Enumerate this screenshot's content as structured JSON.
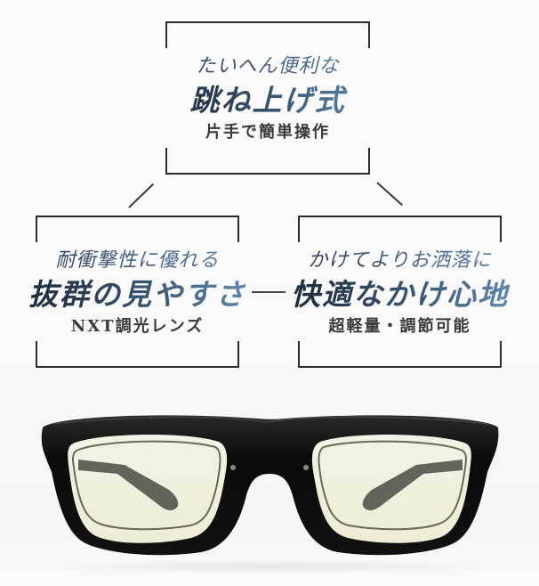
{
  "top_box": {
    "lead": "たいへん便利な",
    "main": "跳ね上げ式",
    "sub": "片手で簡単操作"
  },
  "left_box": {
    "lead": "耐衝撃性に優れる",
    "main": "抜群の見やすさ",
    "sub": "NXT調光レンズ"
  },
  "right_box": {
    "lead": "かけてよりお洒落に",
    "main": "快適なかけ心地",
    "sub": "超軽量・調節可能"
  },
  "colors": {
    "background": "#fbfbfb",
    "bracket": "#2b2b2b",
    "title_gradient_start": "#1e2a3a",
    "title_gradient_end": "#5f88ad",
    "frame": "#101010",
    "lens_tint": "#f3f0df"
  },
  "image": {
    "subject": "black-framed flip-up eyeglasses with light yellow tinted lenses"
  }
}
